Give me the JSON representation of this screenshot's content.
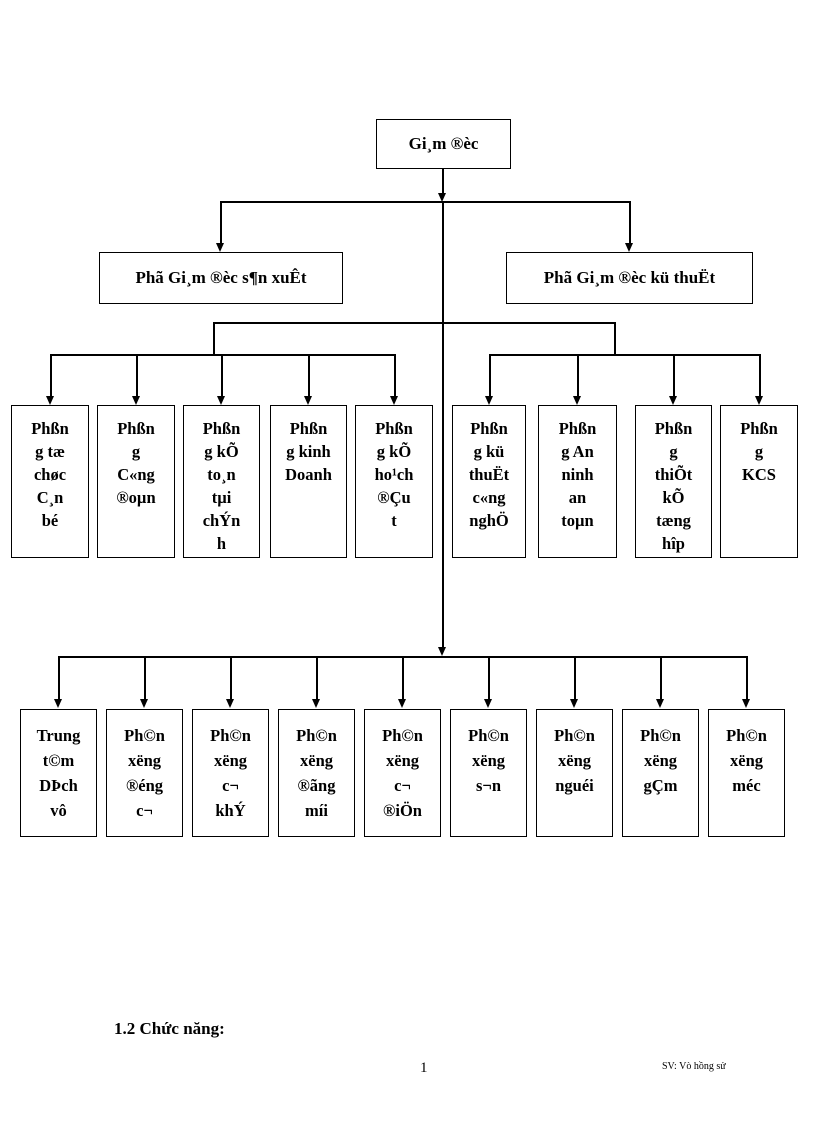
{
  "page": {
    "heading": "1.2 Chức năng:",
    "page_number": "1",
    "footer": "SV: Vò hồng sử"
  },
  "org": {
    "director": "Gi¸m ®èc",
    "deputies": [
      {
        "label": "Phã Gi¸m ®èc s¶n xuÊt"
      },
      {
        "label": "Phã Gi¸m ®èc kü thuËt"
      }
    ],
    "departments": [
      {
        "label": "Phßn\ng tæ\nchøc\nC¸n\nbé"
      },
      {
        "label": "Phßn\ng\nC«ng\n®oµn"
      },
      {
        "label": "Phßn\ng kÕ\nto¸n\ntµi\nchÝn\nh"
      },
      {
        "label": "Phßn\ng kinh\nDoanh"
      },
      {
        "label": "Phßn\ng kÕ\nho¹ch\n®Çu\nt"
      },
      {
        "label": "Phßn\ng kü\nthuËt\nc«ng\nnghÖ"
      },
      {
        "label": "Phßn\ng An\nninh\nan\ntoµn"
      },
      {
        "label": "Phßn\ng\nthiÕt\nkÕ\ntæng\nhîp"
      },
      {
        "label": "Phßn\ng\nKCS"
      }
    ],
    "workshops": [
      {
        "label": "Trung\nt©m\nDÞch\nvô"
      },
      {
        "label": "Ph©n\nxëng\n®éng\nc¬"
      },
      {
        "label": "Ph©n\nxëng\nc¬\nkhÝ"
      },
      {
        "label": "Ph©n\nxëng\n®ãng\nmíi"
      },
      {
        "label": "Ph©n\nxëng\nc¬\n®iÖn"
      },
      {
        "label": "Ph©n\nxëng\ns¬n"
      },
      {
        "label": "Ph©n\nxëng\nnguéi"
      },
      {
        "label": "Ph©n\nxëng\ngÇm"
      },
      {
        "label": "Ph©n\nxëng\nméc"
      }
    ]
  }
}
